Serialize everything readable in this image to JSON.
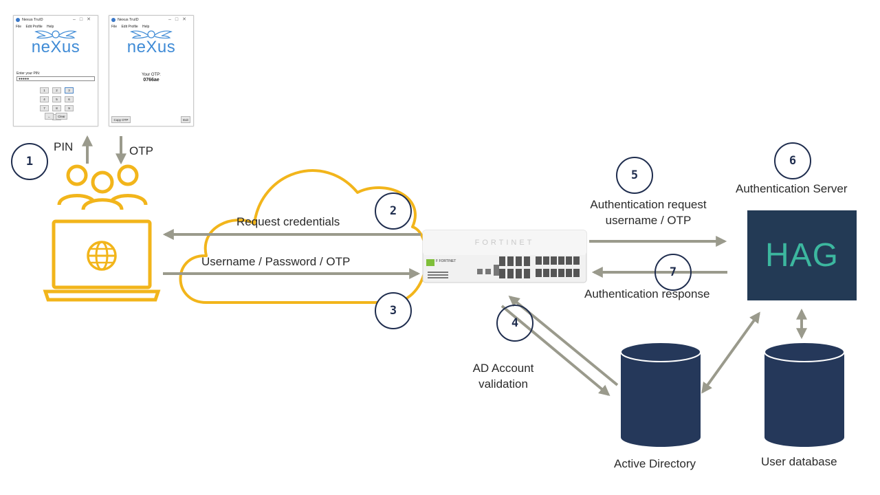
{
  "window_pin": {
    "title": "Nexus TruID",
    "menu": [
      "File",
      "Edit Profile",
      "Help"
    ],
    "logo_text": "neXus",
    "pin_label": "Enter your PIN:",
    "pin_value": "●●●●●",
    "keys": [
      "1",
      "2",
      "3",
      "4",
      "5",
      "6",
      "7",
      "8",
      "9",
      "0"
    ],
    "back_label": "←",
    "clear_label": "Clear"
  },
  "window_otp": {
    "title": "Nexus TruID",
    "menu": [
      "File",
      "Edit Profile",
      "Help"
    ],
    "logo_text": "neXus",
    "otp_label": "Your OTP:",
    "otp_value": "0766ae",
    "copy_label": "Copy OTP",
    "exit_label": "Exit"
  },
  "labels": {
    "pin": "PIN",
    "otp": "OTP",
    "request_credentials": "Request credentials",
    "username_password_otp": "Username / Password / OTP",
    "auth_request_line1": "Authentication request",
    "auth_request_line2": "username / OTP",
    "auth_server": "Authentication Server",
    "auth_response": "Authentication response",
    "ad_validation_line1": "AD Account",
    "ad_validation_line2": "validation",
    "active_directory": "Active Directory",
    "user_database": "User database"
  },
  "steps": [
    "1",
    "2",
    "3",
    "4",
    "5",
    "6",
    "7"
  ],
  "device": {
    "brand": "FORTINET",
    "badge": "F FORTINET"
  },
  "hag": {
    "text": "HAG"
  },
  "colors": {
    "accent_yellow": "#f2b51b",
    "arrow_gray": "#9a9a8c",
    "step_circle": "#1f2d4e",
    "hag_bg": "#233a55",
    "hag_text": "#3cb79f",
    "db_fill": "#25385a",
    "logo_blue": "#3f8bd6"
  }
}
